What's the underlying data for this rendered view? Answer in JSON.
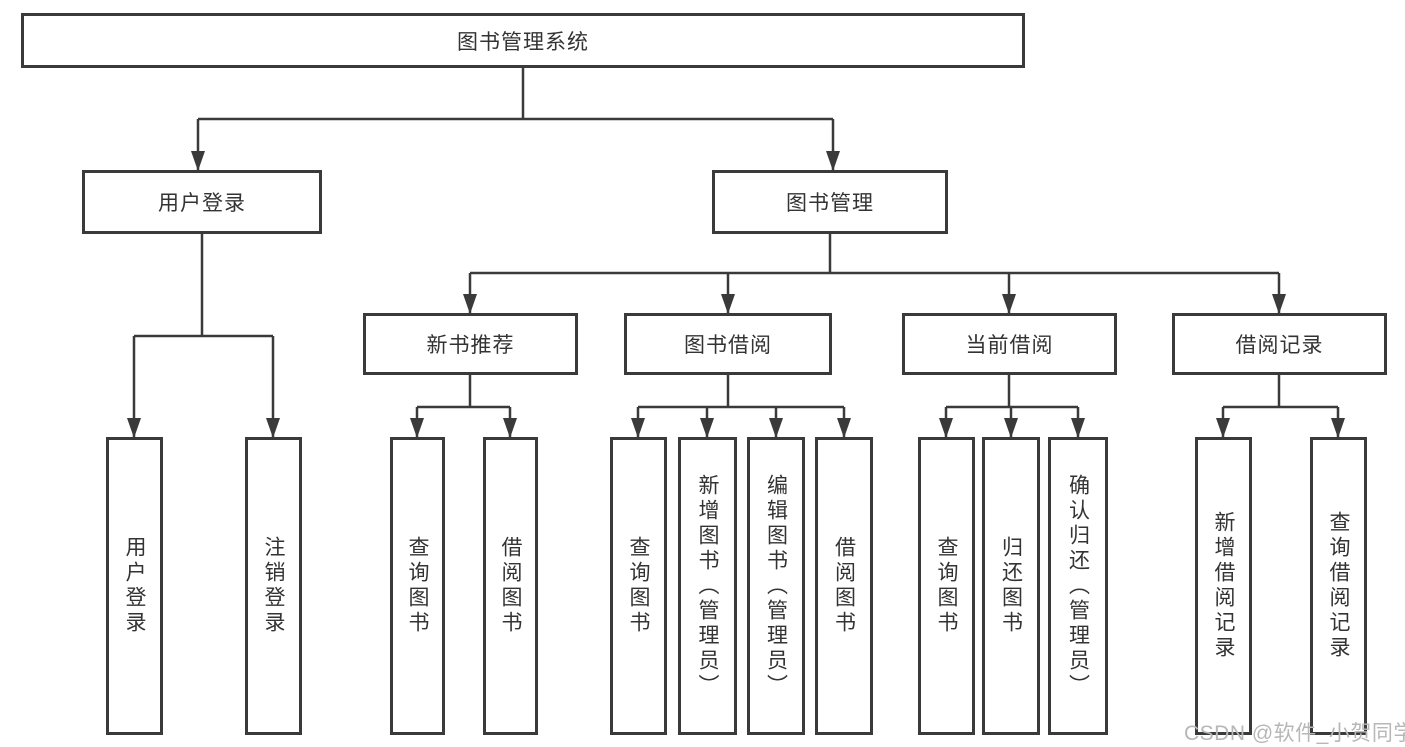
{
  "tree": {
    "root": "图书管理系统",
    "level2": [
      {
        "label": "用户登录",
        "leaves": [
          "用户登录",
          "注销登录"
        ]
      },
      {
        "label": "图书管理"
      }
    ],
    "level3": [
      {
        "label": "新书推荐",
        "leaves": [
          "查询图书",
          "借阅图书"
        ]
      },
      {
        "label": "图书借阅",
        "leaves": [
          "查询图书",
          "新增图书（管理员）",
          "编辑图书（管理员）",
          "借阅图书"
        ]
      },
      {
        "label": "当前借阅",
        "leaves": [
          "查询图书",
          "归还图书",
          "确认归还（管理员）"
        ]
      },
      {
        "label": "借阅记录",
        "leaves": [
          "新增借阅记录",
          "查询借阅记录"
        ]
      }
    ],
    "watermark": "CSDN @软件_小贺同学",
    "line_color": "#3a3a3a"
  }
}
